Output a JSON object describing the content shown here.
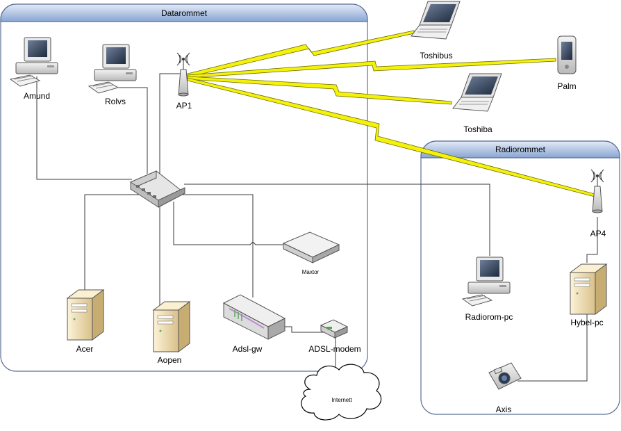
{
  "zones": {
    "datarommet": "Datarommet",
    "radiorommet": "Radiorommet"
  },
  "devices": {
    "amund": "Amund",
    "rolvs": "Rolvs",
    "ap1": "AP1",
    "toshibus": "Toshibus",
    "palm": "Palm",
    "toshiba": "Toshiba",
    "maxtor": "Maxtor",
    "acer": "Acer",
    "aopen": "Aopen",
    "adsl_gw": "Adsl-gw",
    "adsl_modem": "ADSL-modem",
    "internett": "Internett",
    "ap4": "AP4",
    "radiorom_pc": "Radiorom-pc",
    "hybel_pc": "Hybel-pc",
    "axis": "Axis"
  },
  "colors": {
    "zone_header_top": "#d7e3f4",
    "zone_header_bottom": "#8aa7d3",
    "zone_border": "#5a6f96",
    "wireless_link": "#f4f20a"
  }
}
